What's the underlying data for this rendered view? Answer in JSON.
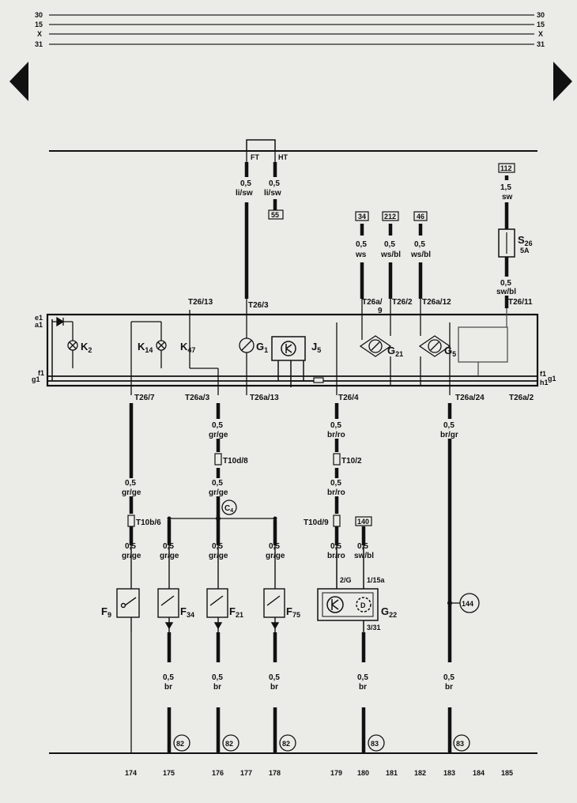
{
  "bus": {
    "l30": "30",
    "l15": "15",
    "lx": "X",
    "l31": "31"
  },
  "nav": {
    "prev_icon": "triangle-left-icon",
    "next_icon": "triangle-right-icon"
  },
  "top": {
    "ft": "FT",
    "ht": "HT",
    "w1_size": "0,5",
    "w1_color": "li/sw",
    "w2_size": "0,5",
    "w2_color": "li/sw",
    "ref55": "55"
  },
  "refs": {
    "r34": "34",
    "r212": "212",
    "r46": "46",
    "r112": "112",
    "r140": "140"
  },
  "wires": {
    "ws_size": "0,5",
    "ws_color": "ws",
    "wsbl1_size": "0,5",
    "wsbl1_color": "ws/bl",
    "wsbl2_size": "0,5",
    "wsbl2_color": "ws/bl",
    "sw_size": "1,5",
    "sw_color": "sw",
    "swbl_size": "0,5",
    "swbl_color": "sw/bl"
  },
  "fuse": {
    "name": "S",
    "sub": "26",
    "rating": "5A"
  },
  "connectors": {
    "t26_13": "T26/13",
    "t26_3": "T26/3",
    "t26a9": "T26a/",
    "t26a9b": "9",
    "t26_2": "T26/2",
    "t26a_12": "T26a/12",
    "t26_11": "T26/11",
    "t26_7": "T26/7",
    "t26a_3": "T26a/3",
    "t26a_13": "T26a/13",
    "t26_4": "T26/4",
    "t26a_24": "T26a/24",
    "t26a_2": "T26a/2"
  },
  "panel": {
    "e1": "e1",
    "a1": "a1",
    "f1": "f1",
    "g1": "g1",
    "f1r": "f1",
    "g1r": "g1",
    "h1": "h1",
    "k2": "K",
    "k2s": "2",
    "k14": "K",
    "k14s": "14",
    "k47": "K",
    "k47s": "47",
    "g1name": "G",
    "g1s": "1",
    "j5": "J",
    "j5s": "5",
    "g21": "G",
    "g21s": "21",
    "g5": "G",
    "g5s": "5"
  },
  "lower": {
    "a_size": "0,5",
    "a_color": "gr/ge",
    "b_size": "0,5",
    "b_color": "gr/ge",
    "c_size": "0,5",
    "c_color": "br/ro",
    "d_size": "0,5",
    "d_color": "br/gr",
    "t10d8": "T10d/8",
    "t10_2": "T10/2",
    "e_size": "0,5",
    "e_color": "gr/ge",
    "f_size": "0,5",
    "f_color": "gr/ge",
    "g_size": "0,5",
    "g_color": "br/ro",
    "c4": "C",
    "c4s": "4",
    "t10b6": "T10b/6",
    "t10d9": "T10d/9",
    "h1_size": "0,5",
    "h1_color": "gr/ge",
    "h2_size": "0,5",
    "h2_color": "gr/ge",
    "h3_size": "0,5",
    "h3_color": "gr/ge",
    "h4_size": "0,5",
    "h4_color": "gr/ge",
    "h5_size": "0,5",
    "h5_color": "br/ro",
    "h6_size": "0,5",
    "h6_color": "sw/bl",
    "pin2g": "2/G",
    "pin115": "1/15a",
    "pin331": "3/31",
    "f9": "F",
    "f9s": "9",
    "f34": "F",
    "f34s": "34",
    "f21": "F",
    "f21s": "21",
    "f75": "F",
    "f75s": "75",
    "g22": "G",
    "g22s": "22",
    "p144": "144",
    "b1_size": "0,5",
    "b1_color": "br",
    "b2_size": "0,5",
    "b2_color": "br",
    "b3_size": "0,5",
    "b3_color": "br",
    "b4_size": "0,5",
    "b4_color": "br",
    "b5_size": "0,5",
    "b5_color": "br",
    "g82a": "82",
    "g82b": "82",
    "g82c": "82",
    "g83a": "83",
    "g83b": "83"
  },
  "columns": [
    "174",
    "175",
    "176",
    "177",
    "178",
    "179",
    "180",
    "181",
    "182",
    "183",
    "184",
    "185"
  ]
}
